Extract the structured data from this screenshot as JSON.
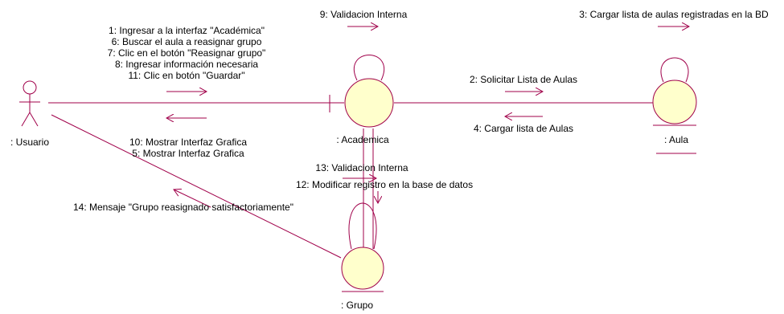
{
  "diagram": {
    "colors": {
      "line": "#a0004a",
      "object_fill": "#ffffcc",
      "text": "#000000"
    },
    "objects": {
      "usuario": {
        "name": ": Usuario",
        "icon": "actor-icon"
      },
      "academica": {
        "name": ": Academica",
        "icon": "boundary-icon"
      },
      "aula": {
        "name": ": Aula",
        "icon": "entity-icon"
      },
      "grupo": {
        "name": ": Grupo",
        "icon": "entity-icon"
      }
    },
    "messages": {
      "m1": "1: Ingresar a la interfaz \"Académica\"",
      "m6": "6: Buscar el aula a reasignar grupo",
      "m7": "7: Clic en el botón \"Reasignar grupo\"",
      "m8": "8: Ingresar información necesaria",
      "m11": "11: Clic en botón \"Guardar\"",
      "m9": "9: Validacion Interna",
      "m3": "3: Cargar lista de aulas registradas en la BD",
      "m2": "2: Solicitar Lista de Aulas",
      "m4": "4: Cargar lista de Aulas",
      "m10": "10: Mostrar Interfaz Grafica",
      "m5": "5: Mostrar Interfaz Grafica",
      "m13": "13: Validacion Interna",
      "m12": "12: Modificar registro en la base de datos",
      "m14": "14: Mensaje \"Grupo reasignado satisfactoriamente\""
    }
  }
}
